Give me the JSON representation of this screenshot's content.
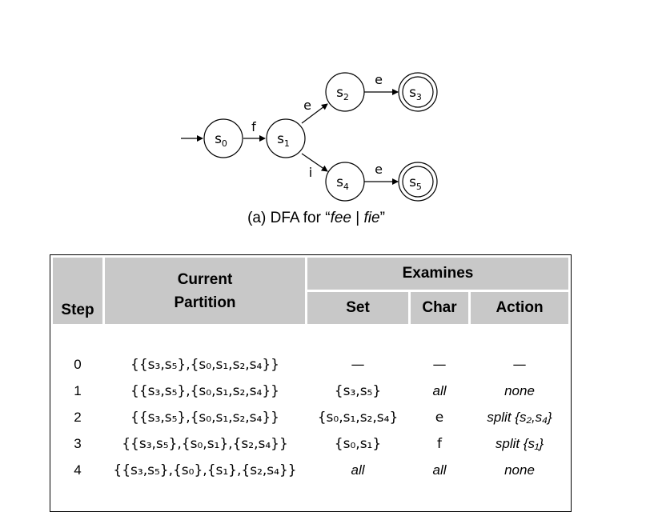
{
  "diagram": {
    "states": [
      {
        "base": "s",
        "sub": "0"
      },
      {
        "base": "s",
        "sub": "1"
      },
      {
        "base": "s",
        "sub": "2"
      },
      {
        "base": "s",
        "sub": "3"
      },
      {
        "base": "s",
        "sub": "4"
      },
      {
        "base": "s",
        "sub": "5"
      }
    ],
    "accepting_states": [
      "s3",
      "s5"
    ],
    "edges": [
      {
        "from": "s0",
        "to": "s1",
        "label": "f"
      },
      {
        "from": "s1",
        "to": "s2",
        "label": "e"
      },
      {
        "from": "s1",
        "to": "s4",
        "label": "i"
      },
      {
        "from": "s2",
        "to": "s3",
        "label": "e"
      },
      {
        "from": "s4",
        "to": "s5",
        "label": "e"
      }
    ],
    "caption": {
      "prefix": "(a) DFA for “",
      "word1": "fee",
      "sep": " | ",
      "word2": "fie",
      "suffix": "”"
    }
  },
  "table": {
    "headers": {
      "step": "Step",
      "current_partition_line1": "Current",
      "current_partition_line2": "Partition",
      "examines": "Examines",
      "set": "Set",
      "char": "Char",
      "action": "Action"
    },
    "rows": [
      {
        "step": "0",
        "partition": "{{s₃,s₅},{s₀,s₁,s₂,s₄}}",
        "set": "—",
        "char": "—",
        "action": "—"
      },
      {
        "step": "1",
        "partition": "{{s₃,s₅},{s₀,s₁,s₂,s₄}}",
        "set": "{s₃,s₅}",
        "char": "all",
        "action": "none"
      },
      {
        "step": "2",
        "partition": "{{s₃,s₅},{s₀,s₁,s₂,s₄}}",
        "set": "{s₀,s₁,s₂,s₄}",
        "char": "e",
        "action": "split {s₂,s₄}"
      },
      {
        "step": "3",
        "partition": "{{s₃,s₅},{s₀,s₁},{s₂,s₄}}",
        "set": "{s₀,s₁}",
        "char": "f",
        "action": "split {s₁}"
      },
      {
        "step": "4",
        "partition": "{{s₃,s₅},{s₀},{s₁},{s₂,s₄}}",
        "set": "all",
        "char": "all",
        "action": "none"
      }
    ]
  }
}
